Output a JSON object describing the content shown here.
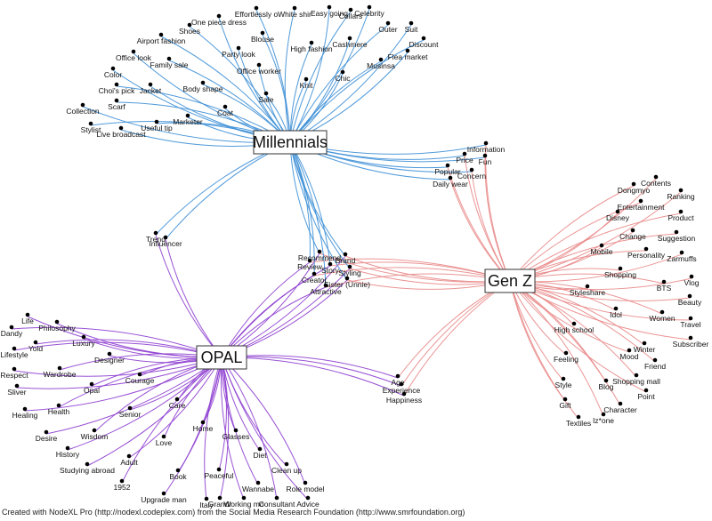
{
  "colors": {
    "millennials": "#3d8fd6",
    "genz": "#e98a8a",
    "opal": "#8e3fd0",
    "node": "#000000"
  },
  "credit": "Created with NodeXL Pro (http://nodexl.codeplex.com) from the Social Media Research Foundation (http://www.smrfoundation.org)",
  "hubs": {
    "millennials": "Millennials",
    "genz": "Gen Z",
    "opal": "OPAL"
  },
  "millennials_terms": [
    "Shoes",
    "One piece dress",
    "Effortlessly o",
    "White shir",
    "Easy going",
    "Collars",
    "Celebrity",
    "Outer",
    "Suit",
    "Discount",
    "Flea market",
    "Musinsa",
    "Cashmere",
    "High fashion",
    "Blouse",
    "Party look",
    "Airport fashion",
    "Office look",
    "Family sale",
    "Color",
    "Choi's pick",
    "Jacket",
    "Body shape",
    "Office worker",
    "Sale",
    "Knit",
    "Chic",
    "Collection",
    "Scarf",
    "Coat",
    "Stylist",
    "Live broadcast",
    "Useful tip",
    "Marketer"
  ],
  "genz_terms": [
    "Contents",
    "Dongmyo",
    "Ranking",
    "Entertainment",
    "Disney",
    "Product",
    "Change",
    "Suggestion",
    "Mobile",
    "Personality",
    "Zarmuffs",
    "Shopping",
    "Styleshare",
    "BTS",
    "Vlog",
    "Idol",
    "Beauty",
    "Women",
    "Travel",
    "High school",
    "Subscriber",
    "Winter",
    "Mood",
    "Friend",
    "Feeling",
    "Shopping mall",
    "Style",
    "Blog",
    "Point",
    "Character",
    "Gift",
    "Iz*one",
    "Textiles"
  ],
  "opal_terms": [
    "Life",
    "Dandy",
    "Philosophy",
    "Yold",
    "Luxury",
    "Lifestyle",
    "Designer",
    "Wardrobe",
    "Respect",
    "Courage",
    "Sliver",
    "Opal",
    "Healing",
    "Health",
    "Senior",
    "Care",
    "Desire",
    "Wisdom",
    "Home",
    "Glasses",
    "History",
    "Love",
    "Adult",
    "Diet",
    "Studying abroad",
    "Clean up",
    "Book",
    "1952",
    "Peaceful",
    "Wannabe",
    "Upgrade man",
    "Italy",
    "Grandr",
    "Working mo",
    "Consultant",
    "Advice",
    "Role model"
  ],
  "millennials_genz_terms": [
    "Information",
    "Price",
    "Fun",
    "Popular",
    "Concern",
    "Daily wear"
  ],
  "millennials_opal_terms": [
    "Trend",
    "Influencer"
  ],
  "genz_opal_terms": [
    "Age",
    "Experience",
    "Happiness"
  ],
  "shared_terms": [
    "Recommend",
    "Review",
    "Brand",
    "Story",
    "Styling",
    "Creator",
    "Sister (Unnie)",
    "Attractive"
  ]
}
